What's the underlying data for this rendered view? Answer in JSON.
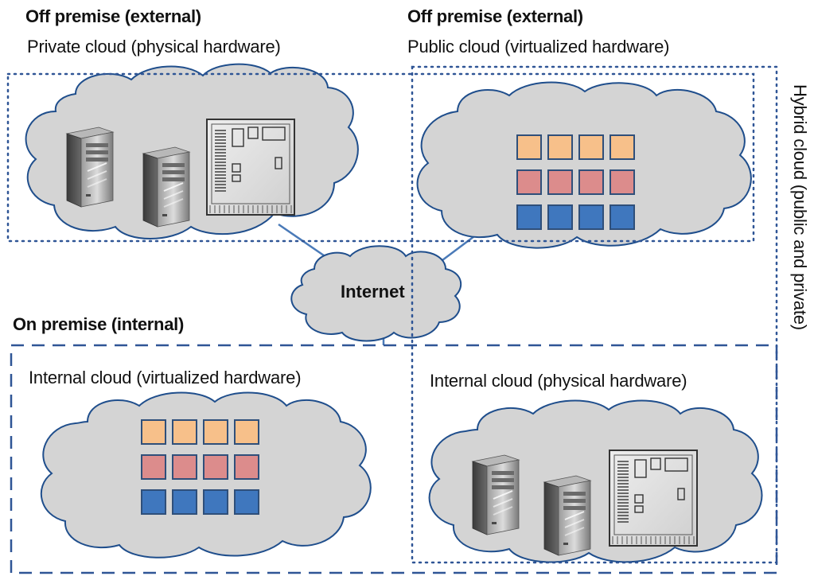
{
  "labels": {
    "private_heading": "Off premise (external)",
    "private_subheading": "Private cloud (physical hardware)",
    "public_heading": "Off premise (external)",
    "public_subheading": "Public cloud (virtualized hardware)",
    "hybrid_label": "Hybrid cloud (public and private)",
    "internet_label": "Internet",
    "onprem_heading": "On premise (internal)",
    "internal_virtual_label": "Internal cloud (virtualized hardware)",
    "internal_physical_label": "Internal cloud (physical hardware)"
  },
  "colors": {
    "cloud_fill": "#d4d4d4",
    "cloud_stroke": "#1f4e8c",
    "connector": "#4a7ab8",
    "dotted_border": "#2f5596",
    "dashed_border": "#2f5596",
    "vm_orange": "#f7c08a",
    "vm_red": "#dc8c8c",
    "vm_blue": "#3f77be",
    "vm_stroke": "#2f4f7a"
  },
  "icons": {
    "server_tower": "server-tower-icon",
    "mainframe": "mainframe-icon",
    "virtual_machine": "vm-block-icon"
  }
}
